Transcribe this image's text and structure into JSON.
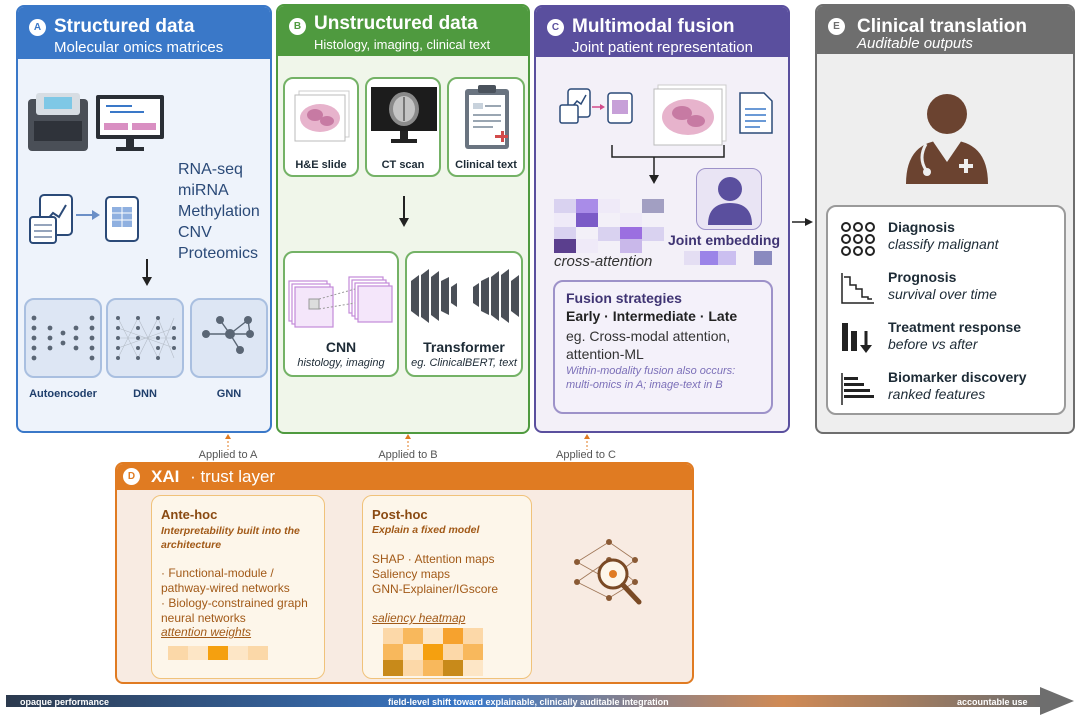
{
  "panel_a": {
    "letter": "A",
    "title": "Structured data",
    "subtitle": "Molecular omics matrices",
    "omics": [
      "RNA-seq",
      "miRNA",
      "Methylation",
      "CNV",
      "Proteomics"
    ],
    "models": [
      "Autoencoder",
      "DNN",
      "GNN"
    ]
  },
  "panel_b": {
    "letter": "B",
    "title": "Unstructured data",
    "subtitle": "Histology, imaging, clinical text",
    "inputs": [
      "H&E slide",
      "CT scan",
      "Clinical text"
    ],
    "cnn": {
      "title": "CNN",
      "sub": "histology, imaging"
    },
    "transformer": {
      "title": "Transformer",
      "sub": "eg. ClinicalBERT, text"
    }
  },
  "panel_c": {
    "letter": "C",
    "title": "Multimodal fusion",
    "subtitle": "Joint patient representation",
    "cross_attention": "cross-attention",
    "joint_embedding": "Joint embedding",
    "fusion": {
      "title": "Fusion strategies",
      "types": "Early · Intermediate · Late",
      "example": "eg. Cross-modal attention, attention-ML",
      "note": "Within-modality fusion also occurs: multi-omics in A; image-text in B"
    }
  },
  "panel_e": {
    "letter": "E",
    "title": "Clinical translation",
    "subtitle": "Auditable outputs",
    "outputs": [
      {
        "title": "Diagnosis",
        "sub": "classify malignant",
        "icon": "dots-grid-icon"
      },
      {
        "title": "Prognosis",
        "sub": "survival over time",
        "icon": "survival-curve-icon"
      },
      {
        "title": "Treatment response",
        "sub": "before vs after",
        "icon": "bar-down-icon"
      },
      {
        "title": "Biomarker discovery",
        "sub": "ranked features",
        "icon": "ranked-bars-icon"
      }
    ]
  },
  "panel_d": {
    "letter": "D",
    "title": "XAI",
    "title_suffix": "· trust layer",
    "applied": [
      "Applied to A",
      "Applied to B",
      "Applied to C"
    ],
    "antehoc": {
      "title": "Ante-hoc",
      "sub": "Interpretability built into the architecture",
      "items": [
        "· Functional-module / pathway-wired networks",
        "· Biology-constrained graph neural networks"
      ],
      "weights": "attention weights"
    },
    "posthoc": {
      "title": "Post-hoc",
      "sub": "Explain a fixed model",
      "items": [
        "SHAP · Attention maps",
        "Saliency maps",
        "GNN-Explainer/IGscore"
      ],
      "heatmap": "saliency heatmap"
    }
  },
  "footer": {
    "left": "opaque performance",
    "center": "field-level shift toward explainable, clinically auditable integration",
    "right": "accountable use"
  },
  "colors": {
    "a": "#3a78c8",
    "b": "#4f9a3f",
    "c": "#5a4f9e",
    "d": "#e07b22",
    "e": "#6e6e6e"
  }
}
